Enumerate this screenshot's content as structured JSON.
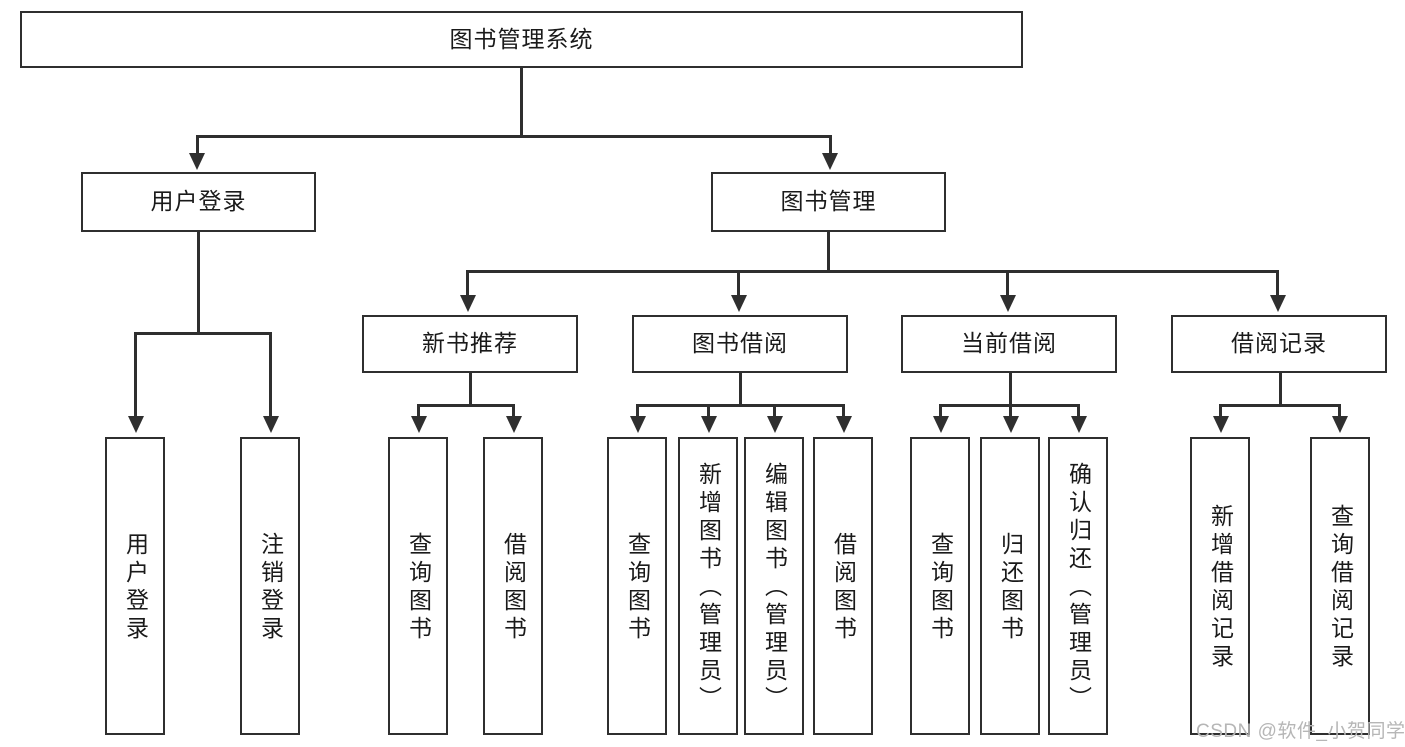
{
  "diagram": {
    "type": "tree-hierarchy-chart",
    "title": "图书管理系统",
    "levels": 4,
    "root": {
      "id": "root",
      "label": "图书管理系统"
    },
    "level2": [
      {
        "id": "user-login",
        "label": "用户登录"
      },
      {
        "id": "book-manage",
        "label": "图书管理"
      }
    ],
    "level3": [
      {
        "id": "new-book-recommend",
        "label": "新书推荐",
        "parent": "book-manage"
      },
      {
        "id": "book-borrow",
        "label": "图书借阅",
        "parent": "book-manage"
      },
      {
        "id": "current-borrow",
        "label": "当前借阅",
        "parent": "book-manage"
      },
      {
        "id": "borrow-record",
        "label": "借阅记录",
        "parent": "book-manage"
      }
    ],
    "leaves": [
      {
        "id": "leaf-user-login",
        "label": "用户登录",
        "parent": "user-login"
      },
      {
        "id": "leaf-user-logout",
        "label": "注销登录",
        "parent": "user-login"
      },
      {
        "id": "leaf-query-book-1",
        "label": "查询图书",
        "parent": "new-book-recommend"
      },
      {
        "id": "leaf-borrow-book-1",
        "label": "借阅图书",
        "parent": "new-book-recommend"
      },
      {
        "id": "leaf-query-book-2",
        "label": "查询图书",
        "parent": "book-borrow"
      },
      {
        "id": "leaf-add-book",
        "label": "新增图书（管理员）",
        "parent": "book-borrow"
      },
      {
        "id": "leaf-edit-book",
        "label": "编辑图书（管理员）",
        "parent": "book-borrow"
      },
      {
        "id": "leaf-borrow-book-2",
        "label": "借阅图书",
        "parent": "book-borrow"
      },
      {
        "id": "leaf-query-book-3",
        "label": "查询图书",
        "parent": "current-borrow"
      },
      {
        "id": "leaf-return-book",
        "label": "归还图书",
        "parent": "current-borrow"
      },
      {
        "id": "leaf-confirm-return",
        "label": "确认归还（管理员）",
        "parent": "current-borrow"
      },
      {
        "id": "leaf-add-record",
        "label": "新增借阅记录",
        "parent": "borrow-record"
      },
      {
        "id": "leaf-query-record",
        "label": "查询借阅记录",
        "parent": "borrow-record"
      }
    ]
  },
  "watermark": {
    "text": "CSDN @软件_小贺同学"
  },
  "colors": {
    "box_border": "#2f2f2f",
    "box_fill": "#ffffff",
    "connector": "#2f2f2f",
    "text": "#1a1a1a",
    "watermark": "#b6b6b6",
    "background": "#ffffff"
  }
}
